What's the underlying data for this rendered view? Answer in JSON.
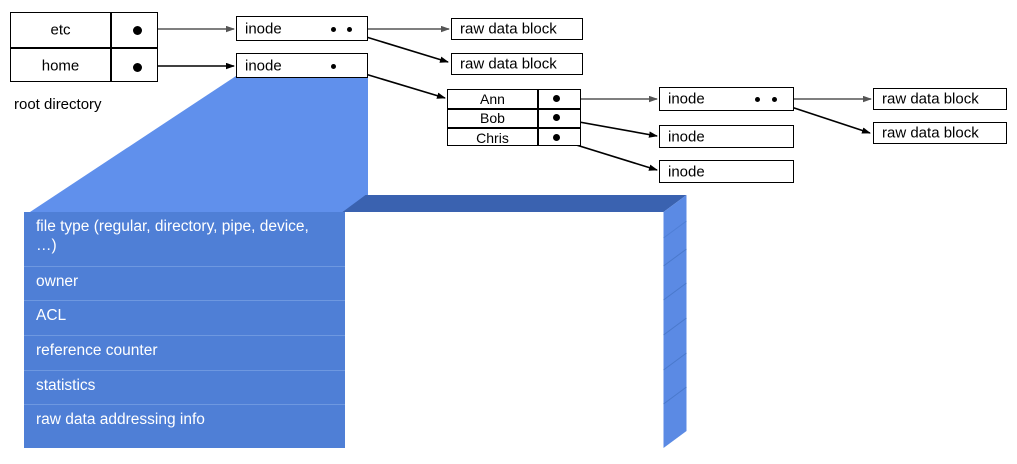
{
  "diagram": {
    "title": "unix-inode-filesystem-structure",
    "colors": {
      "panel_face": "#4f7fd6",
      "panel_side": "#5b8ae4",
      "panel_top": "#3a62b0",
      "cone": "#6090ec",
      "line": "#000000",
      "grey_line": "#606060"
    },
    "root_directory": {
      "caption": "root directory",
      "entries": [
        {
          "name": "etc",
          "pointer": "●"
        },
        {
          "name": "home",
          "pointer": "●"
        }
      ]
    },
    "home_directory": {
      "entries": [
        {
          "name": "Ann",
          "pointer": "●"
        },
        {
          "name": "Bob",
          "pointer": "●"
        },
        {
          "name": "Chris",
          "pointer": "●"
        }
      ]
    },
    "inodes": [
      {
        "id": "inode-etc",
        "label": "inode",
        "pointers": 2
      },
      {
        "id": "inode-home",
        "label": "inode",
        "pointers": 1
      },
      {
        "id": "inode-ann",
        "label": "inode",
        "pointers": 2
      },
      {
        "id": "inode-bob",
        "label": "inode",
        "pointers": 0
      },
      {
        "id": "inode-chris",
        "label": "inode",
        "pointers": 0
      }
    ],
    "raw_data_blocks": [
      {
        "id": "rdb-etc-1",
        "label": "raw data block"
      },
      {
        "id": "rdb-etc-2",
        "label": "raw data block"
      },
      {
        "id": "rdb-ann-1",
        "label": "raw data block"
      },
      {
        "id": "rdb-ann-2",
        "label": "raw data block"
      }
    ],
    "inode_detail": {
      "rows": [
        "file type (regular, directory, pipe, device, …)",
        "owner",
        "ACL",
        "reference counter",
        "statistics",
        "raw data addressing info"
      ]
    }
  }
}
